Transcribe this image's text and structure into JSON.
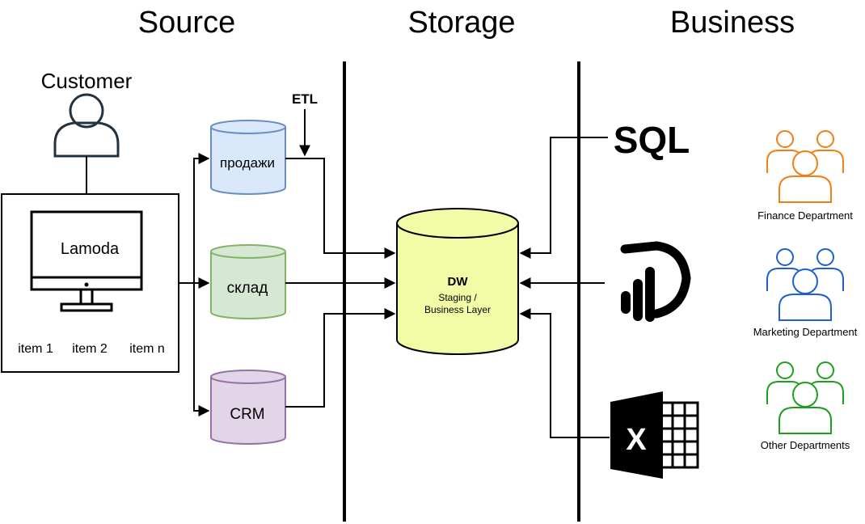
{
  "sections": {
    "source": "Source",
    "storage": "Storage",
    "business": "Business"
  },
  "customer": {
    "label": "Customer"
  },
  "app": {
    "name": "Lamoda",
    "items": [
      "item 1",
      "item 2",
      "item n"
    ]
  },
  "etl": {
    "label": "ETL"
  },
  "sources": [
    {
      "label": "продажи",
      "fill": "#dae8fc",
      "stroke": "#6c8ebf"
    },
    {
      "label": "склад",
      "fill": "#d5e8d4",
      "stroke": "#82b366"
    },
    {
      "label": "CRM",
      "fill": "#e1d5e7",
      "stroke": "#9673a6"
    }
  ],
  "dw": {
    "title": "DW",
    "subtitle_line1": "Staging /",
    "subtitle_line2": "Business Layer",
    "fill": "#f2fca6"
  },
  "tools": {
    "sql_label": "SQL",
    "powerbi_icon": "power-bi-icon",
    "excel_icon": "excel-icon",
    "excel_letter": "X"
  },
  "departments": [
    {
      "label": "Finance Department",
      "color": "#f07f16"
    },
    {
      "label": "Marketing Department",
      "color": "#1e5fd6"
    },
    {
      "label": "Other Departments",
      "color": "#1f9e1f"
    }
  ]
}
